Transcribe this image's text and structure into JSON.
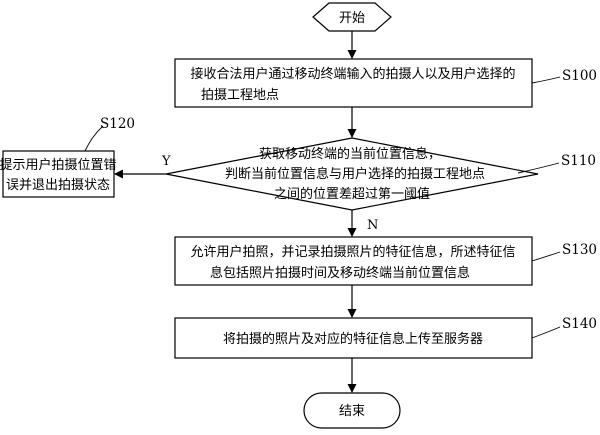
{
  "flowchart": {
    "start": {
      "text": "开始"
    },
    "end": {
      "text": "结束"
    },
    "steps": [
      {
        "label": "S100",
        "lines": [
          "接收合法用户通过移动终端输入的拍摄人以及用户选择的",
          "拍摄工程地点"
        ]
      },
      {
        "label": "S110",
        "lines": [
          "获取移动终端的当前位置信息，",
          "判断当前位置信息与用户选择的拍摄工程地点",
          "之间的位置差超过第一阈值"
        ]
      },
      {
        "label": "S120",
        "lines": [
          "提示用户拍摄位置错",
          "误并退出拍摄状态"
        ]
      },
      {
        "label": "S130",
        "lines": [
          "允许用户拍照，并记录拍摄照片的特征信息，所述特征信",
          "息包括照片拍摄时间及移动终端当前位置信息"
        ]
      },
      {
        "label": "S140",
        "lines": [
          "将拍摄的照片及对应的特征信息上传至服务器"
        ]
      }
    ],
    "branches": {
      "yes": "Y",
      "no": "N"
    }
  }
}
